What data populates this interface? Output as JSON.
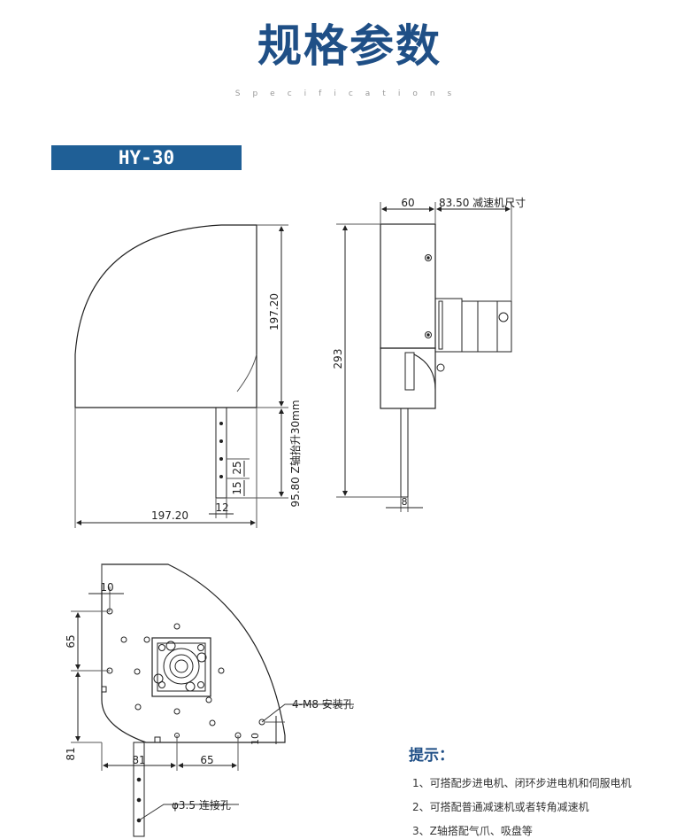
{
  "header": {
    "title": "规格参数",
    "subtitle": "Specifications"
  },
  "model": "HY-30",
  "dimensions": {
    "side_radius": "197.20",
    "side_bottom_width": "197.20",
    "z_axis": "95.80 Z轴抬升30mm",
    "dim_25": "25",
    "dim_15": "15",
    "dim_12": "12",
    "front_60": "60",
    "front_motor": "83.50 减速机尺寸",
    "front_height": "293",
    "front_8": "8",
    "plan_10_top": "10",
    "plan_65_left": "65",
    "plan_81_left": "81",
    "plan_81_bottom": "81",
    "plan_65_bottom": "65",
    "plan_10_right": "10",
    "mount_holes": "4-M8 安装孔",
    "connect_hole": "φ3.5 连接孔"
  },
  "notes": {
    "title": "提示：",
    "items": [
      "1、可搭配步进电机、闭环步进电机和伺服电机",
      "2、可搭配普通减速机或者转角减速机",
      "3、Z轴搭配气爪、吸盘等"
    ]
  }
}
